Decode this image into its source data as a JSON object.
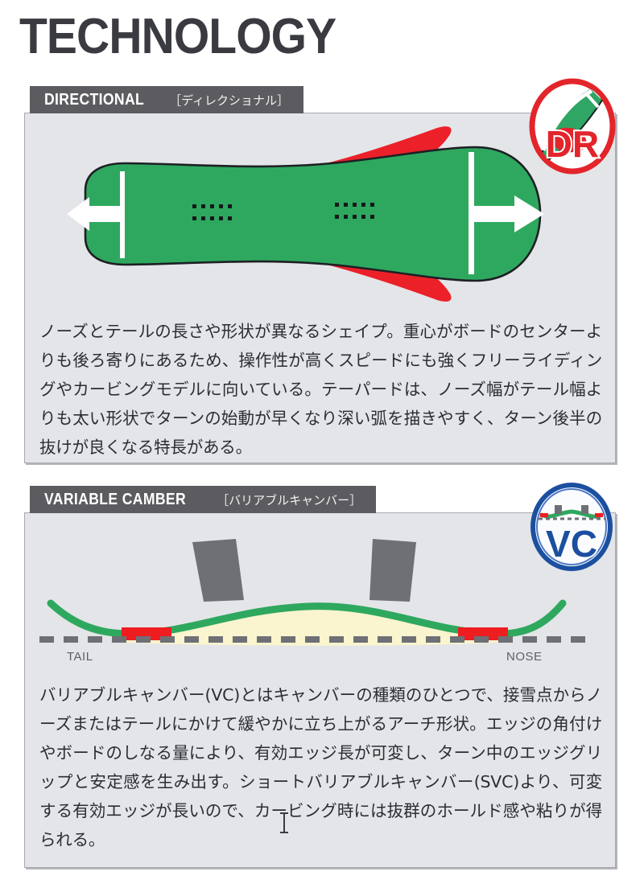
{
  "page": {
    "title": "TECHNOLOGY",
    "background_color": "#ffffff",
    "title_color": "#3a3b40"
  },
  "panels": [
    {
      "id": "directional",
      "header_en": "DIRECTIONAL",
      "header_jp": "［ディレクショナル］",
      "header_bg": "#5c5c60",
      "panel_bg": "#e4e5e8",
      "badge": {
        "name": "dr-badge",
        "label": "DR",
        "ring_color": "#e2252b",
        "board_color": "#2fa664",
        "label_color": "#e2252b"
      },
      "diagram": {
        "name": "directional-board-shape",
        "board_color": "#2fa85f",
        "outline_color": "#1d2024",
        "accent_color": "#ec2029",
        "arrow_color": "#ffffff",
        "insert_rows": 2,
        "inserts_per_row": 5
      },
      "description": "ノーズとテールの長さや形状が異なるシェイプ。重心がボードのセンターよりも後ろ寄りにあるため、操作性が高くスピードにも強くフリーライディングやカービングモデルに向いている。テーパードは、ノーズ幅がテール幅よりも太い形状でターンの始動が早くなり深い弧を描きやすく、ターン後半の抜けが良くなる特長がある。"
    },
    {
      "id": "variable-camber",
      "header_en": "VARIABLE CAMBER",
      "header_jp": "［バリアブルキャンバー］",
      "header_bg": "#5c5c60",
      "panel_bg": "#e4e5e8",
      "badge": {
        "name": "vc-badge",
        "label": "VC",
        "ring_color": "#1b4fa0",
        "fill_color": "#ffffff",
        "label_color": "#1b4fa0"
      },
      "diagram": {
        "name": "variable-camber-profile",
        "curve_color": "#2fa85f",
        "contact_color": "#ee1d20",
        "binding_color": "#6e7075",
        "fill_color": "#faf4cf",
        "baseline_color": "#6e7075",
        "tail_label": "TAIL",
        "nose_label": "NOSE"
      },
      "description": "バリアブルキャンバー(VC)とはキャンバーの種類のひとつで、接雪点からノーズまたはテールにかけて緩やかに立ち上がるアーチ形状。エッジの角付けやボードのしなる量により、有効エッジ長が可変し、ターン中のエッジグリップと安定感を生み出す。ショートバリアブルキャンバー(SVC)より、可変する有効エッジが長いので、カービング時には抜群のホールド感や粘りが得られる。"
    }
  ]
}
